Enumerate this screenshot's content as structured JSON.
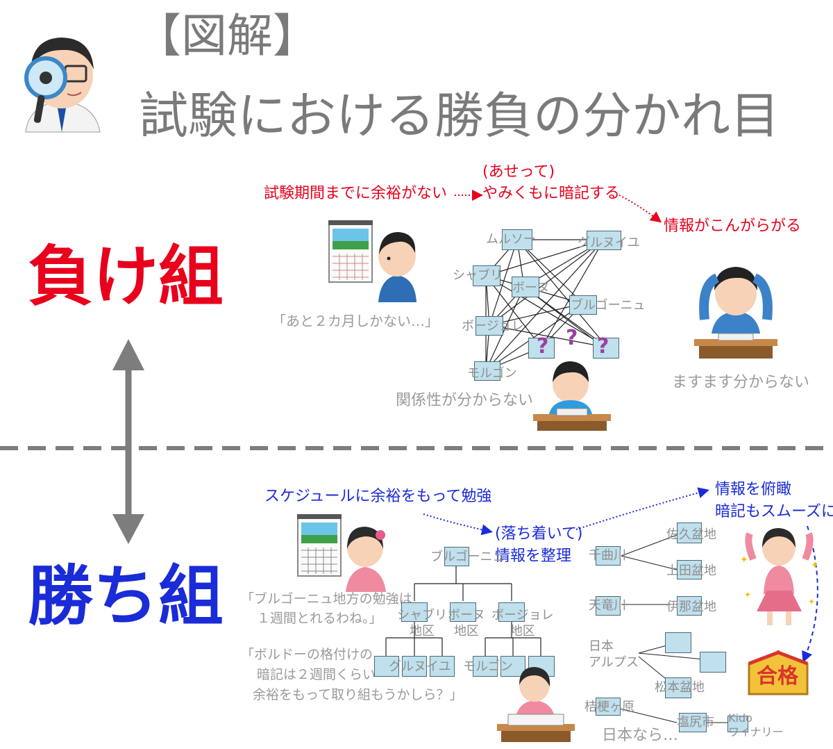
{
  "header": {
    "title_line1": "【図解】",
    "title_line2": "試験における勝負の分かれ目"
  },
  "sides": {
    "lose": "負け組",
    "win": "勝ち組"
  },
  "lose": {
    "flow_start": "試験期間までに余裕がない",
    "flow_hurry": "(あせって)",
    "flow_memorize": "やみくもに暗記する",
    "flow_tangled": "情報がこんがらがる",
    "quote": "「あと２カ月しかない…」",
    "no_relation": "関係性が分からない",
    "more_confused": "ますます分からない",
    "nodes": [
      "ムルソー",
      "グルヌイユ",
      "シャブリ",
      "ボーヌ",
      "ブルゴーニュ",
      "ボージョレ",
      "モルゴン"
    ],
    "question_mark": "?"
  },
  "win": {
    "flow_start": "スケジュールに余裕をもって勉強",
    "flow_calm": "(落ち着いて)",
    "flow_organize": "情報を整理",
    "flow_overview1": "情報を俯瞰",
    "flow_overview2": "暗記もスムーズに",
    "quote1_line1": "「ブルゴーニュ地方の勉強は",
    "quote1_line2": "１週間とれるわね。」",
    "quote2_line1": "「ボルドーの格付けの",
    "quote2_line2": "暗記は２週間くらい",
    "quote2_line3": "余裕をもって取り組もうかしら？」",
    "plaque": "合格",
    "tree": {
      "root": "ブルゴーニュ",
      "districts": [
        "シャブリ\n地区",
        "ボーヌ\n地区",
        "ボージョレ\n地区"
      ],
      "leaves": [
        "グルヌイユ",
        "モルゴン"
      ]
    },
    "japan": {
      "rivers": [
        "千曲川",
        "天竜川"
      ],
      "basins": [
        "佐久盆地",
        "上田盆地",
        "伊那盆地",
        "松本盆地"
      ],
      "alps": "日本\nアルプス",
      "pass": "桔梗ヶ原",
      "city": "塩尻市",
      "winery": "Kido\nワイナリー",
      "footer": "日本なら…"
    }
  },
  "colors": {
    "lose_red": "#e8001c",
    "win_blue": "#1a2bd8",
    "node_fill": "#bfe0ec",
    "title_gray": "#7a7a7a"
  }
}
